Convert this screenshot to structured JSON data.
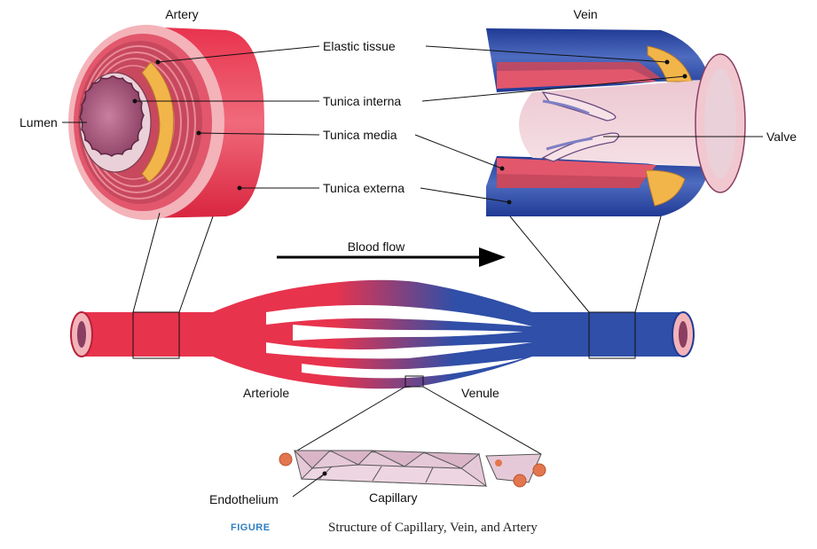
{
  "labels": {
    "artery": "Artery",
    "vein": "Vein",
    "lumen": "Lumen",
    "elastic_tissue": "Elastic tissue",
    "tunica_interna": "Tunica interna",
    "tunica_media": "Tunica media",
    "tunica_externa": "Tunica externa",
    "valve": "Valve",
    "blood_flow": "Blood flow",
    "arteriole": "Arteriole",
    "venule": "Venule",
    "endothelium": "Endothelium",
    "capillary": "Capillary"
  },
  "caption": {
    "figure": "FIGURE",
    "text": "Structure of Capillary, Vein, and Artery"
  },
  "colors": {
    "artery_red": "#e8334d",
    "artery_pink": "#f3b3b9",
    "vein_blue": "#2f4fa8",
    "elastic_yellow": "#f2b54a",
    "capillary_lilac": "#e6c9d8",
    "caption_blue": "#2f7fc1"
  }
}
